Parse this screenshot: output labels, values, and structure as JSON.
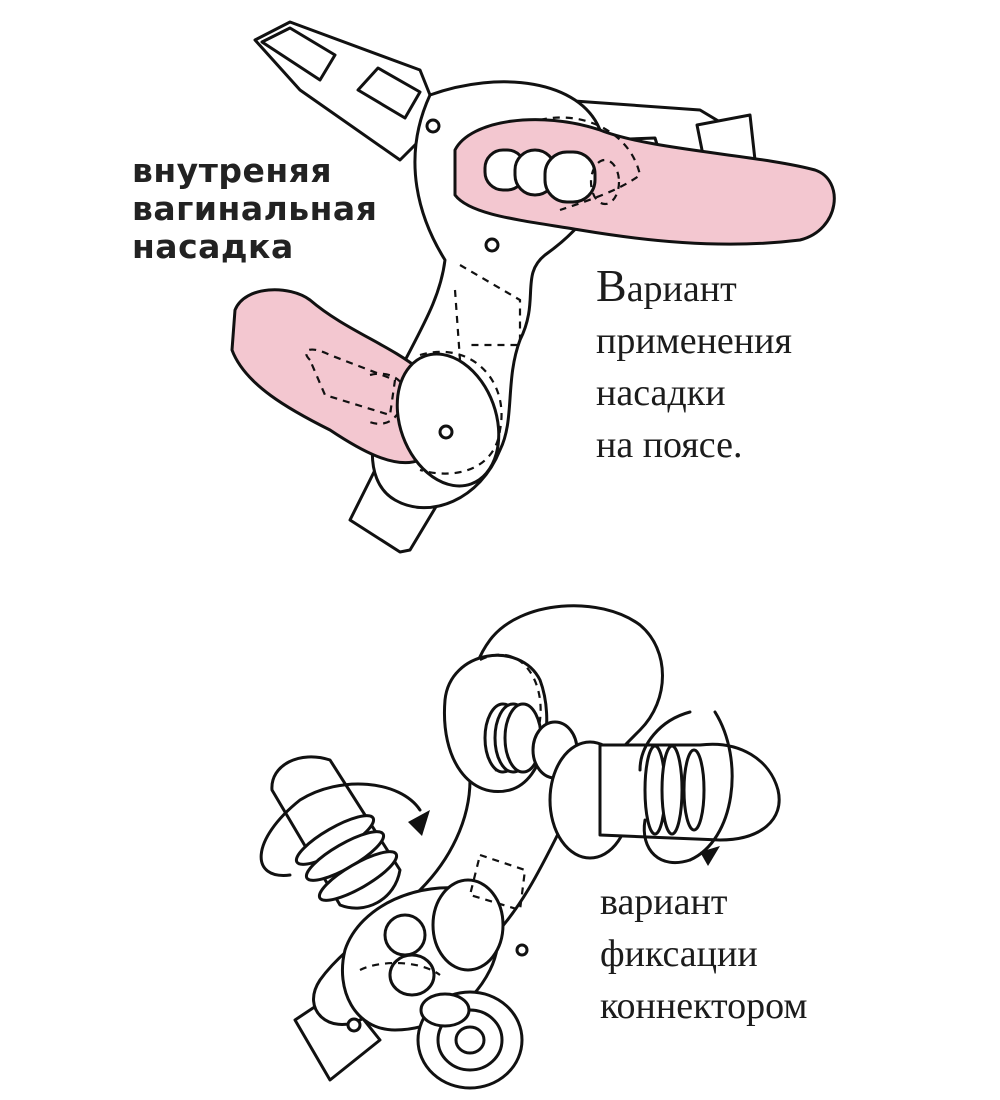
{
  "colors": {
    "ink": "#111111",
    "pink": "#f3c7d0",
    "paper": "#ffffff"
  },
  "labels": {
    "inner_attachment": [
      "внутреняя",
      "вагинальная",
      "насадка"
    ],
    "belt_variant_first_letter": "В",
    "belt_variant_rest": "ариант",
    "belt_variant_lines": [
      "применения",
      "насадки",
      "на поясе."
    ],
    "connector_variant": [
      "вариант",
      "фиксации",
      "коннектором"
    ]
  }
}
